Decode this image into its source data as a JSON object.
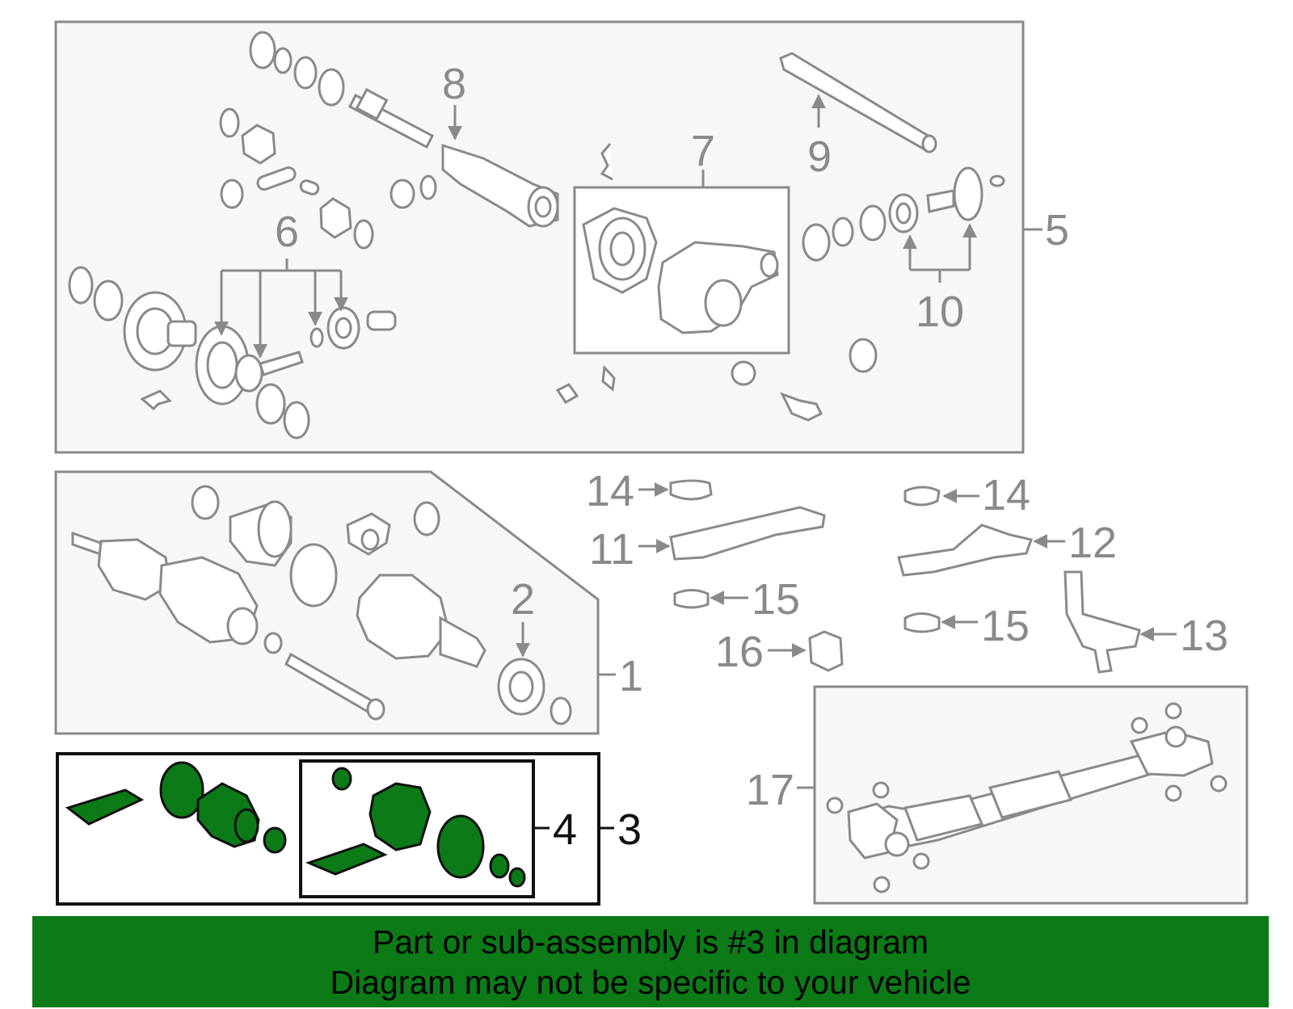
{
  "callouts": {
    "c1": "1",
    "c2": "2",
    "c3": "3",
    "c4": "4",
    "c5": "5",
    "c6": "6",
    "c7": "7",
    "c8": "8",
    "c9": "9",
    "c10": "10",
    "c11": "11",
    "c12": "12",
    "c13": "13",
    "c14a": "14",
    "c14b": "14",
    "c15a": "15",
    "c15b": "15",
    "c16": "16",
    "c17": "17"
  },
  "banner": {
    "line1": "Part or sub-assembly is #3 in diagram",
    "line2": "Diagram may not be specific to your vehicle"
  },
  "colors": {
    "highlight": "#0b7a17",
    "outline": "#8a8a8a",
    "panel": "#f7f7f7"
  }
}
